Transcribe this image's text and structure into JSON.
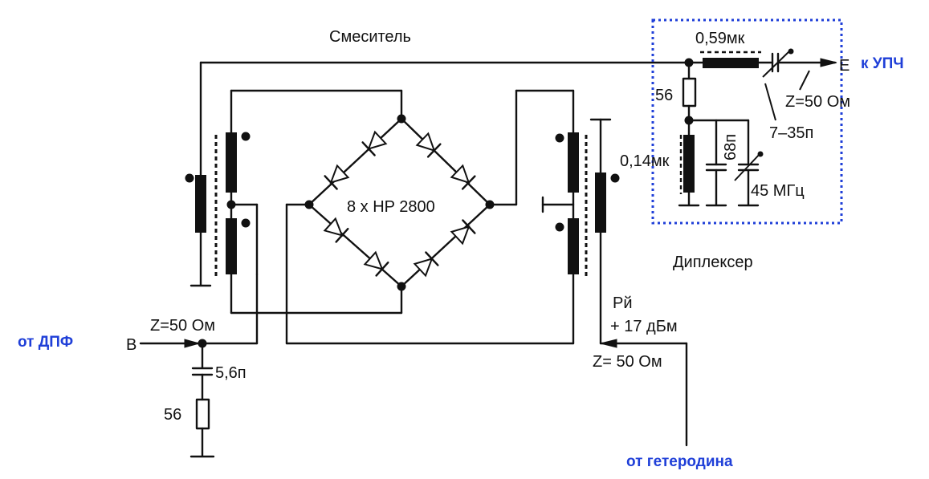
{
  "labels": {
    "mixer": "Смеситель",
    "diode_bridge": "8 x HP 2800",
    "diplexer": "Диплексер",
    "lo_power_line1": "Pй",
    "lo_power_line2": "+ 17 дБм",
    "z_lo": "Z= 50 Ом",
    "z_in": "Z=50 Ом",
    "z_out": "Z=50 Ом",
    "input_port": "В",
    "output_port": "Е",
    "cap_in": "5,6п",
    "res_in": "56",
    "l_series": "0,59мк",
    "res_diplex": "56",
    "l_shunt": "0,14мк",
    "cap_shunt": "68п",
    "trimmer": "7–35п",
    "freq": "45 МГц"
  },
  "annotations": {
    "from_bpf": "от ДПФ",
    "to_if": "к УПЧ",
    "from_lo": "от гетеродина"
  },
  "colors": {
    "ink": "#111111",
    "annotation": "#1f3fd8"
  }
}
